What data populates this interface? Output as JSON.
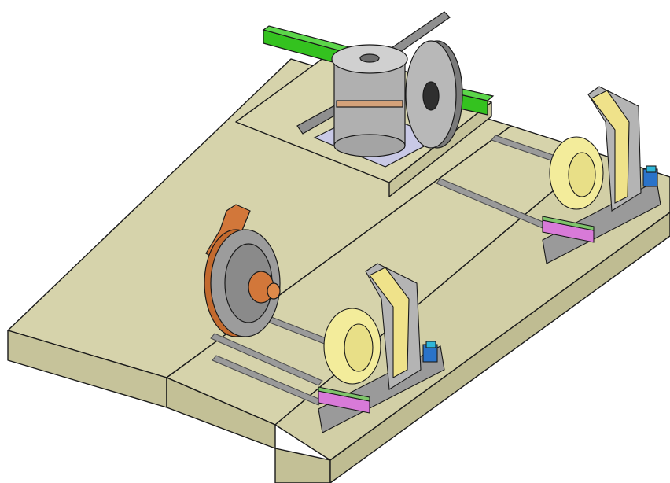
{
  "scene": {
    "colors": {
      "background": "#ffffff",
      "platform_top": "#d6d3ab",
      "platform_side": "#cbc8a0",
      "platform_front": "#c3c096",
      "outline": "#1a1a1a",
      "rail": "#7d7d7d",
      "green_beam": "#34c21f",
      "grey_metal": "#a9a9a9",
      "yellow_part": "#f3ec9b",
      "orange_part": "#d2773a",
      "magenta_part": "#d87ad8",
      "blue_motor": "#2a73c9"
    },
    "objects": [
      {
        "name": "rotary-table-with-green-arms",
        "icon": "machine-icon"
      },
      {
        "name": "orange-disc-fixture",
        "icon": "disc-icon"
      },
      {
        "name": "yellow-positioner-front",
        "icon": "positioner-icon"
      },
      {
        "name": "yellow-positioner-back",
        "icon": "positioner-icon"
      }
    ]
  }
}
